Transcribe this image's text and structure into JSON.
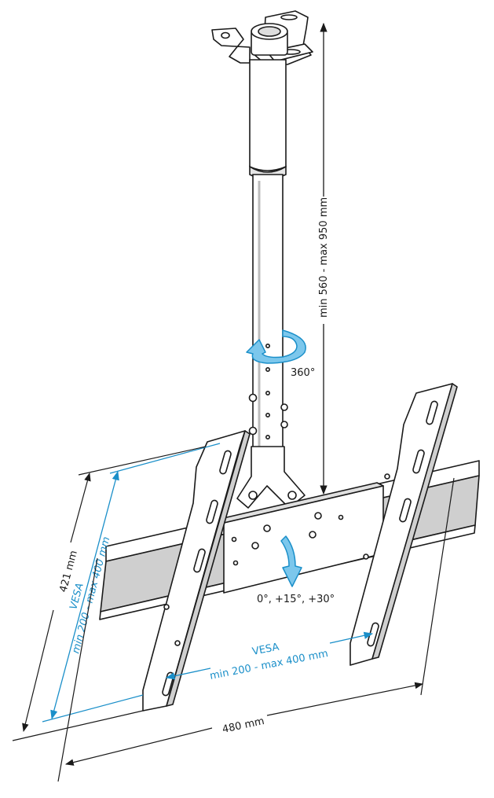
{
  "labels": {
    "pole_height": "min 560 - max 950 mm",
    "swivel": "360°",
    "tilt": "0°, +15°, +30°",
    "height_mm": "421 mm",
    "width_mm": "480 mm",
    "vesa_vertical_title": "VESA",
    "vesa_vertical_range": "min 200 - max 400 mm",
    "vesa_horizontal_title": "VESA",
    "vesa_horizontal_range": "min 200 - max 400 mm"
  },
  "colors": {
    "line": "#1a1a1a",
    "accent": "#1a8fc9",
    "arrow_fill": "#7cc7ec",
    "metal": "#ffffff",
    "shade": "#cfcfcf"
  },
  "icons": [
    "swivel-arrow-icon",
    "tilt-arrow-icon"
  ]
}
